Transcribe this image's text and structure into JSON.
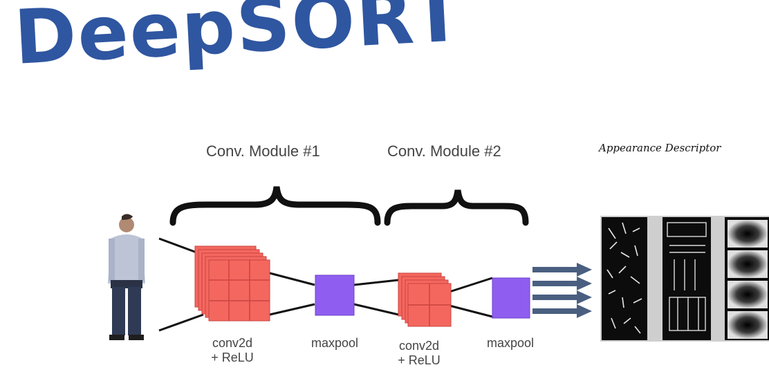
{
  "title": "DeepSORT",
  "modules": [
    {
      "label": "Conv. Module #1"
    },
    {
      "label": "Conv. Module #2"
    }
  ],
  "appearance_label": "Appearance Descriptor",
  "layers": [
    {
      "line1": "conv2d",
      "line2": "+ ReLU"
    },
    {
      "line1": "maxpool",
      "line2": ""
    },
    {
      "line1": "conv2d",
      "line2": "+ ReLU"
    },
    {
      "line1": "maxpool",
      "line2": ""
    }
  ],
  "colors": {
    "title": "#2f56a0",
    "conv": "#f4675f",
    "conv_grid": "#c94440",
    "pool": "#8f5ef0",
    "arrow": "#4a5f80",
    "brace": "#111111"
  }
}
